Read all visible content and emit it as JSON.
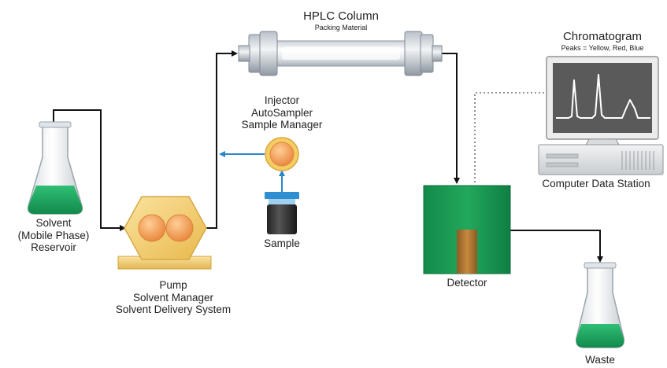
{
  "reservoir": {
    "lines": [
      "Solvent",
      "(Mobile Phase)",
      "Reservoir"
    ]
  },
  "pump": {
    "lines": [
      "Pump",
      "Solvent Manager",
      "Solvent Delivery System"
    ]
  },
  "injector": {
    "lines": [
      "Injector",
      "AutoSampler",
      "Sample Manager"
    ]
  },
  "sample": {
    "label": "Sample"
  },
  "column": {
    "title": "HPLC Column",
    "subtitle": "Packing Material"
  },
  "detector": {
    "label": "Detector"
  },
  "waste": {
    "label": "Waste"
  },
  "computer": {
    "title": "Chromatogram",
    "subtitle": "Peaks = Yellow, Red, Blue",
    "label": "Computer Data Station"
  },
  "colors": {
    "liquid": "#1a9e5c",
    "detector_green": "#1f9a55",
    "pump_gold": "#f4cd6a",
    "ball_orange": "#f0a055",
    "injector_blue": "#3a8fd0",
    "monitor_screen": "#5a5a5a",
    "peak_line": "#ffffff"
  }
}
